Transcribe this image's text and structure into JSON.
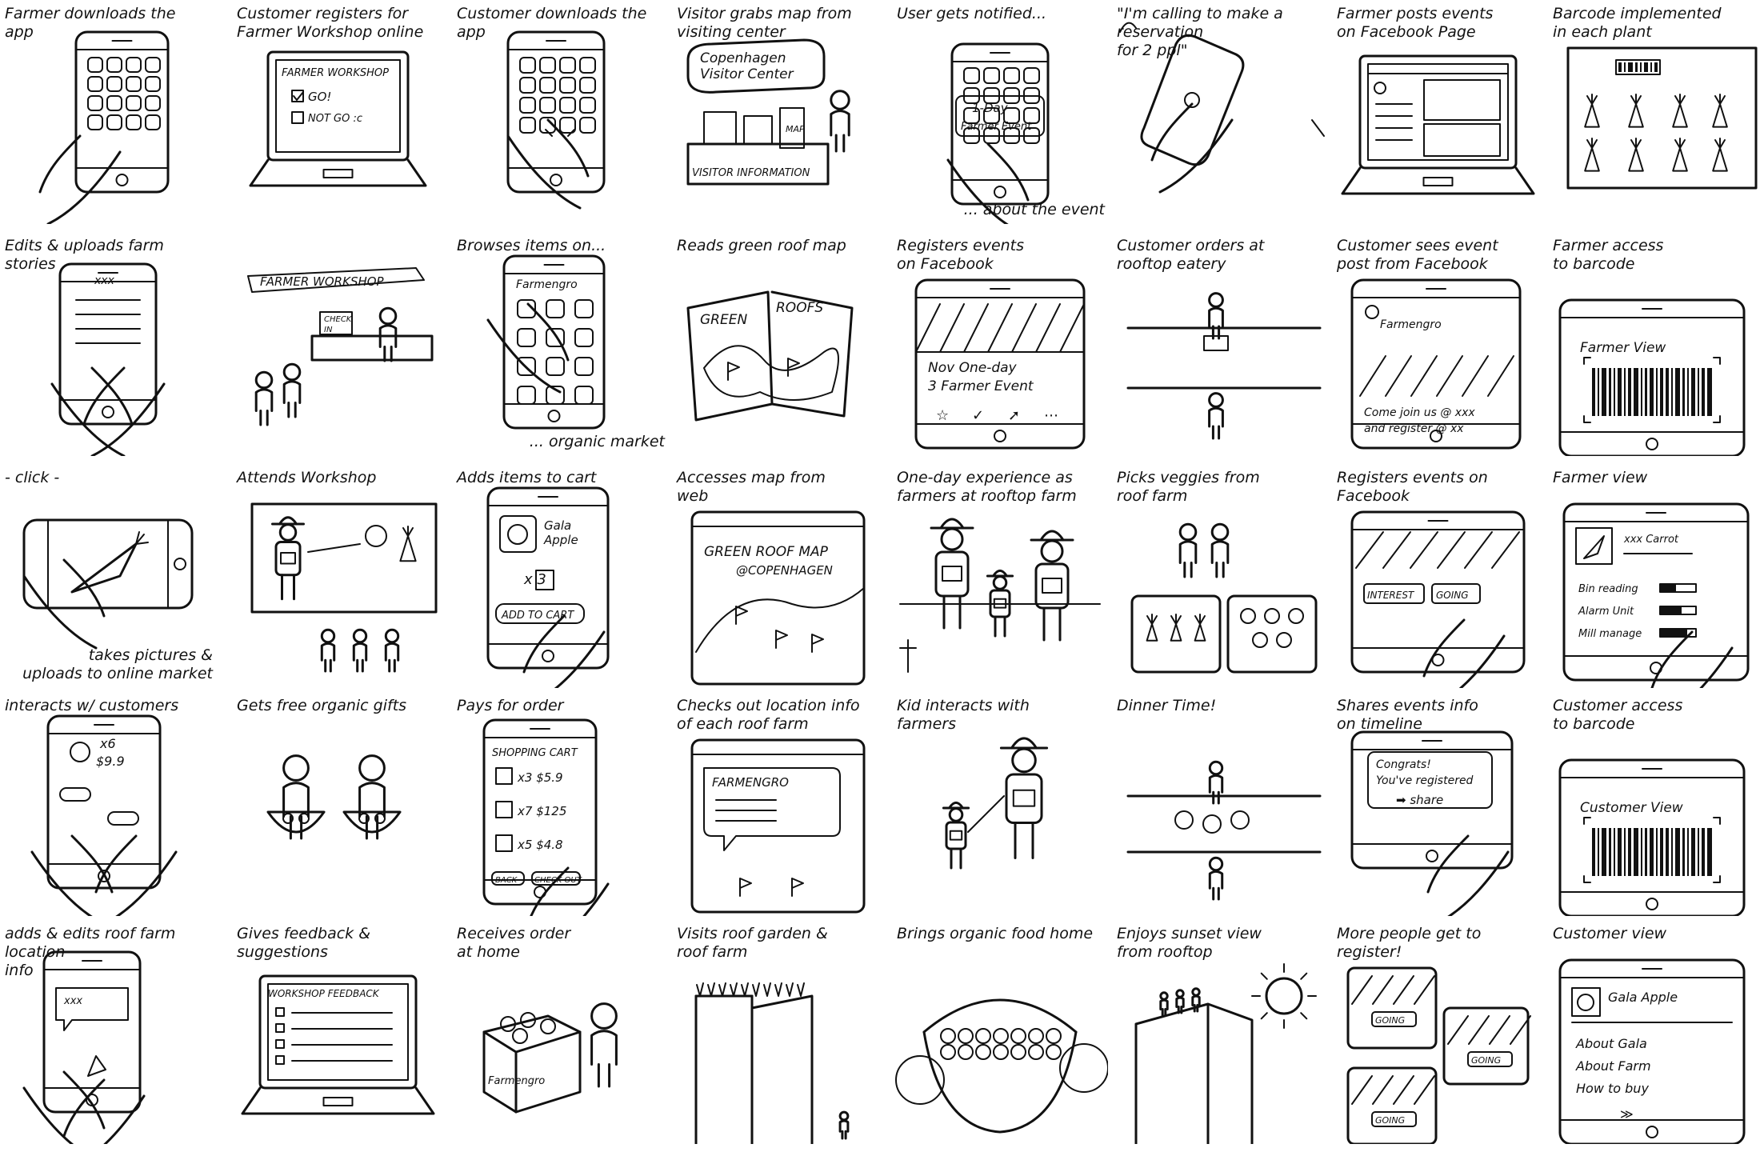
{
  "rows": [
    [
      {
        "caption": "Farmer downloads the\napp",
        "scene": "phone-hand-tap"
      },
      {
        "caption": "Customer registers for\nFarmer Workshop online",
        "scene": "laptop-form",
        "labels": [
          "FARMER WORKSHOP",
          "GO!",
          "NOT GO :c"
        ]
      },
      {
        "caption": "Customer downloads the\napp",
        "scene": "phone-tap-left"
      },
      {
        "caption": "Visitor grabs map from\nvisiting center",
        "scene": "visitor-center",
        "labels": [
          "Copenhagen\nVisitor Center",
          "VISITOR INFORMATION",
          "MAP"
        ]
      },
      {
        "caption": "User gets notified...",
        "caption_bottom": "... about the event",
        "scene": "phone-notify",
        "labels": [
          "1-Day",
          "Farmer Event"
        ]
      },
      {
        "caption": "\"I'm calling to make a\nreservation\nfor 2 ppl\"",
        "scene": "phone-call"
      },
      {
        "caption": "Farmer posts events\non Facebook Page",
        "scene": "laptop-fb"
      },
      {
        "caption": "Barcode implemented\nin each plant",
        "scene": "barcode-plants"
      }
    ],
    [
      {
        "caption": "Edits & uploads farm stories",
        "scene": "phone-two-hands",
        "labels": [
          "xxx"
        ]
      },
      {
        "caption": "",
        "scene": "workshop-checkin",
        "labels": [
          "FARMER WORKSHOP",
          "CHECK\nIN"
        ]
      },
      {
        "caption": "Browses items on...",
        "caption_bottom": "... organic market",
        "scene": "phone-market",
        "labels": [
          "Farmengro"
        ]
      },
      {
        "caption": "Reads green roof map",
        "scene": "folded-map",
        "labels": [
          "GREEN",
          "ROOFS"
        ]
      },
      {
        "caption": "Registers events\non Facebook",
        "scene": "phone-fb-event",
        "labels": [
          "Nov  One-day",
          "3  Farmer Event"
        ]
      },
      {
        "caption": "Customer orders at\nrooftop eatery",
        "scene": "eatery-order"
      },
      {
        "caption": "Customer sees event\npost from Facebook",
        "scene": "phone-fb-post",
        "labels": [
          "Farmengro",
          "Come join us @ xxx",
          "and register @ xx"
        ]
      },
      {
        "caption": "Farmer access\nto barcode",
        "scene": "phone-barcode",
        "labels": [
          "Farmer View"
        ]
      }
    ],
    [
      {
        "caption": "- click -",
        "caption_bottom": "takes pictures &\nuploads to online market",
        "scene": "phone-landscape-carrot"
      },
      {
        "caption": "Attends Workshop",
        "scene": "workshop-board"
      },
      {
        "caption": "Adds items to cart",
        "scene": "phone-cart-add",
        "labels": [
          "Gala\nApple",
          "x 3",
          "ADD TO CART"
        ]
      },
      {
        "caption": "Accesses map from\nweb",
        "scene": "phone-web-map",
        "labels": [
          "GREEN ROOF MAP",
          "@COPENHAGEN"
        ]
      },
      {
        "caption": "One-day experience as\nfarmers at rooftop farm",
        "scene": "farmers-family"
      },
      {
        "caption": "Picks veggies from\nroof farm",
        "scene": "veggie-beds"
      },
      {
        "caption": "Registers events on\nFacebook",
        "scene": "phone-interest-going",
        "labels": [
          "INTEREST",
          "GOING"
        ]
      },
      {
        "caption": "Farmer view",
        "scene": "phone-farmer-view",
        "labels": [
          "xxx Carrot",
          "Bin reading",
          "Alarm Unit",
          "Mill manage"
        ]
      }
    ],
    [
      {
        "caption": "interacts w/ customers",
        "scene": "phone-chat",
        "labels": [
          "x6",
          "$9.9"
        ]
      },
      {
        "caption": "Gets free organic gifts",
        "scene": "two-people-gifts"
      },
      {
        "caption": "Pays for order",
        "scene": "phone-shopping-cart",
        "labels": [
          "SHOPPING CART",
          "x3  $5.9",
          "x7  $125",
          "x5  $4.8",
          "BACK",
          "CHECK OUT"
        ]
      },
      {
        "caption": "Checks out location info\nof each roof farm",
        "scene": "phone-location",
        "labels": [
          "FARMENGRO"
        ]
      },
      {
        "caption": "Kid interacts with\nfarmers",
        "scene": "farmer-kid"
      },
      {
        "caption": "Dinner Time!",
        "scene": "dinner-table"
      },
      {
        "caption": "Shares events info\non timeline",
        "scene": "phone-share",
        "labels": [
          "Congrats!",
          "You've registered",
          "share"
        ]
      },
      {
        "caption": "Customer access\nto barcode",
        "scene": "phone-barcode",
        "labels": [
          "Customer View"
        ]
      }
    ],
    [
      {
        "caption": "adds & edits roof farm\nlocation\ninfo",
        "scene": "phone-hand-edit",
        "labels": [
          "xxx"
        ]
      },
      {
        "caption": "Gives feedback &\nsuggestions",
        "scene": "laptop-feedback",
        "labels": [
          "WORKSHOP FEEDBACK"
        ]
      },
      {
        "caption": "Receives order\nat home",
        "scene": "box-delivery",
        "labels": [
          "Farmengro"
        ]
      },
      {
        "caption": "Visits roof garden &\nroof farm",
        "scene": "building-garden"
      },
      {
        "caption": "Brings organic food home",
        "scene": "food-baskets"
      },
      {
        "caption": "Enjoys sunset view\nfrom rooftop",
        "scene": "sunset-building"
      },
      {
        "caption": "More people get to\nregister!",
        "scene": "many-phones",
        "labels": [
          "GOING"
        ]
      },
      {
        "caption": "Customer view",
        "scene": "phone-product",
        "labels": [
          "Gala Apple",
          "About Gala",
          "About Farm",
          "How to buy"
        ]
      }
    ]
  ]
}
